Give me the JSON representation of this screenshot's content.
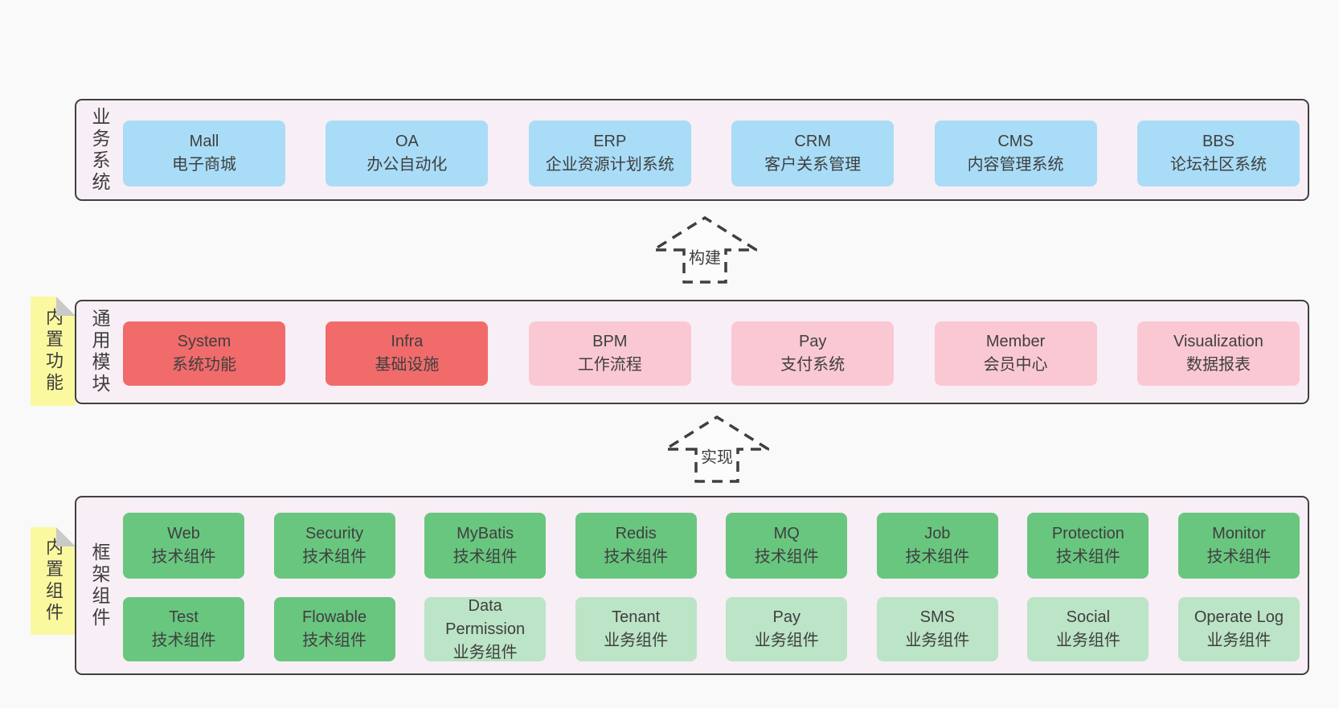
{
  "colors": {
    "page_bg": "#f9f9f9",
    "layer_bg": "#f8eef6",
    "layer_border": "#404040",
    "box_blue": "#a9dcf7",
    "box_red": "#f16b6b",
    "box_pink": "#fac8d3",
    "box_green": "#69c67f",
    "box_green_light": "#bce4c6",
    "sticky_yellow": "#fbf9a0",
    "sticky_fold_gray": "#c9c9c9",
    "text": "#3f3f3f"
  },
  "arrows": [
    {
      "label": "构建"
    },
    {
      "label": "实现"
    }
  ],
  "layers": {
    "business": {
      "label": "业务系统",
      "boxes": [
        {
          "name": "Mall",
          "desc": "电子商城",
          "variant": "blue"
        },
        {
          "name": "OA",
          "desc": "办公自动化",
          "variant": "blue"
        },
        {
          "name": "ERP",
          "desc": "企业资源计划系统",
          "variant": "blue"
        },
        {
          "name": "CRM",
          "desc": "客户关系管理",
          "variant": "blue"
        },
        {
          "name": "CMS",
          "desc": "内容管理系统",
          "variant": "blue"
        },
        {
          "name": "BBS",
          "desc": "论坛社区系统",
          "variant": "blue"
        }
      ]
    },
    "modules": {
      "label": "通用模块",
      "tag": "内置功能",
      "boxes": [
        {
          "name": "System",
          "desc": "系统功能",
          "variant": "red"
        },
        {
          "name": "Infra",
          "desc": "基础设施",
          "variant": "red"
        },
        {
          "name": "BPM",
          "desc": "工作流程",
          "variant": "pink"
        },
        {
          "name": "Pay",
          "desc": "支付系统",
          "variant": "pink"
        },
        {
          "name": "Member",
          "desc": "会员中心",
          "variant": "pink"
        },
        {
          "name": "Visualization",
          "desc": "数据报表",
          "variant": "pink"
        }
      ]
    },
    "components": {
      "label": "框架组件",
      "tag": "内置组件",
      "rows": [
        [
          {
            "name": "Web",
            "desc": "技术组件",
            "variant": "green"
          },
          {
            "name": "Security",
            "desc": "技术组件",
            "variant": "green"
          },
          {
            "name": "MyBatis",
            "desc": "技术组件",
            "variant": "green"
          },
          {
            "name": "Redis",
            "desc": "技术组件",
            "variant": "green"
          },
          {
            "name": "MQ",
            "desc": "技术组件",
            "variant": "green"
          },
          {
            "name": "Job",
            "desc": "技术组件",
            "variant": "green"
          },
          {
            "name": "Protection",
            "desc": "技术组件",
            "variant": "green"
          },
          {
            "name": "Monitor",
            "desc": "技术组件",
            "variant": "green"
          }
        ],
        [
          {
            "name": "Test",
            "desc": "技术组件",
            "variant": "green"
          },
          {
            "name": "Flowable",
            "desc": "技术组件",
            "variant": "green"
          },
          {
            "name": "Data Permission",
            "desc": "业务组件",
            "variant": "green-light"
          },
          {
            "name": "Tenant",
            "desc": "业务组件",
            "variant": "green-light"
          },
          {
            "name": "Pay",
            "desc": "业务组件",
            "variant": "green-light"
          },
          {
            "name": "SMS",
            "desc": "业务组件",
            "variant": "green-light"
          },
          {
            "name": "Social",
            "desc": "业务组件",
            "variant": "green-light"
          },
          {
            "name": "Operate Log",
            "desc": "业务组件",
            "variant": "green-light"
          }
        ]
      ]
    }
  }
}
